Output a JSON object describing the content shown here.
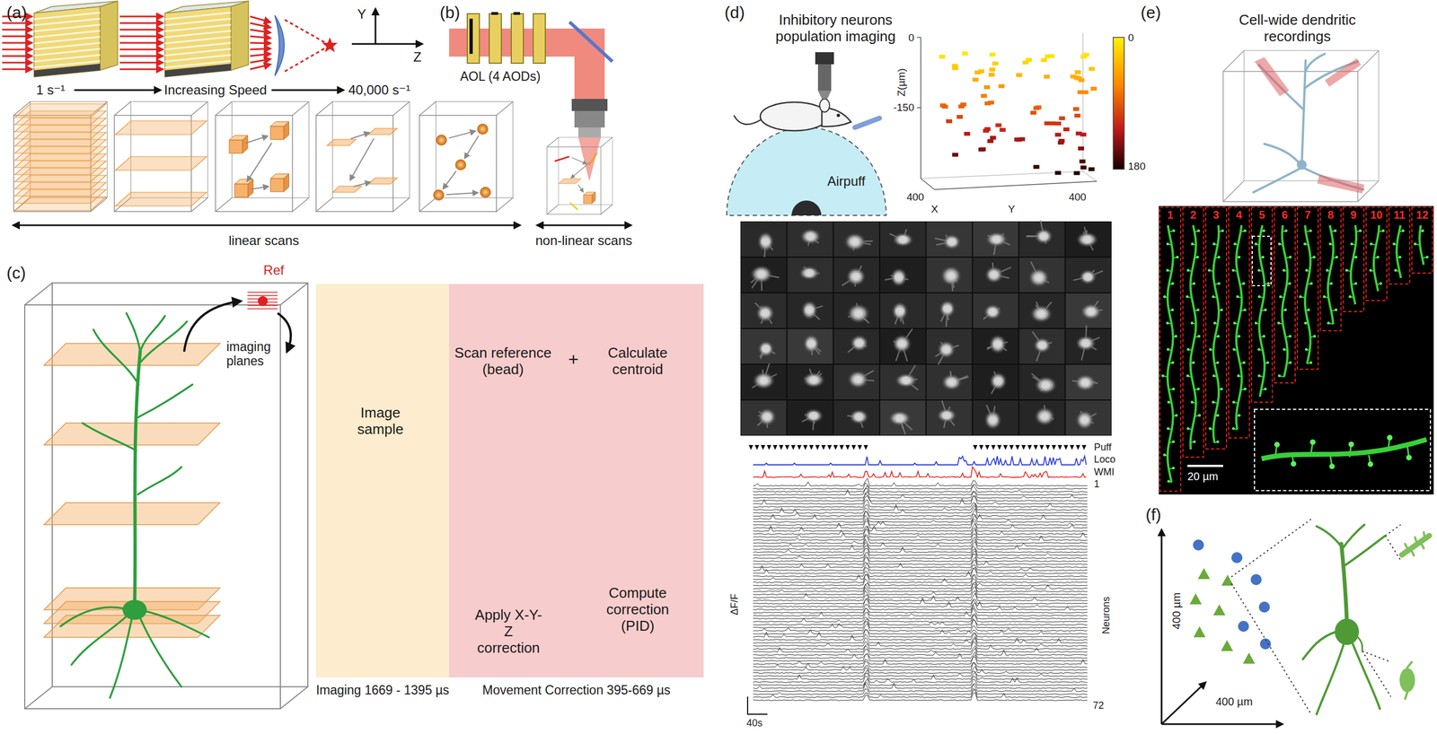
{
  "diagram": {
    "nodes": [
      {
        "text": [
          "Imaging 1669 - 1395 µs"
        ]
      },
      {
        "text": [
          "Image sample"
        ],
        "in": 0
      },
      {
        "text": [
          "Movement Correction 395-669 µs"
        ]
      },
      {
        "text": [
          "Scan reference (bead)"
        ],
        "in": 2
      },
      {
        "text": [
          "Calculate centroid"
        ],
        "in": 2
      },
      {
        "text": [
          "Compute correction (PID)"
        ],
        "in": 2
      },
      {
        "text": [
          "Apply X-Y-Z correction"
        ],
        "in": 2
      }
    ],
    "edges": [
      {
        "from": 1,
        "to": 3,
        "arrow": "to"
      },
      {
        "from": 4,
        "to": 5,
        "arrow": "to"
      },
      {
        "from": 5,
        "to": 6,
        "arrow": "to"
      },
      {
        "from": 6,
        "to": 1,
        "arrow": "to"
      }
    ],
    "labels": [
      "(a)",
      "(b)",
      "(c)",
      "(d)",
      "(e)",
      "(f)",
      "Y",
      "Z",
      "1 s⁻¹",
      "Increasing Speed",
      "40,000 s⁻¹",
      "linear scans",
      "non-linear scans",
      "AOL (4 AODs)",
      "Ref",
      "imaging planes",
      "+",
      "Inhibitory neurons population imaging",
      "Airpuff",
      "Z(µm)",
      "0",
      "-150",
      "X",
      "400",
      "Y",
      "400",
      "0",
      "180",
      "Puff",
      "Loco",
      "WMI",
      "1",
      "Neurons",
      "72",
      "ΔF/F",
      "40s",
      "Cell-wide dendritic recordings",
      "1",
      "2",
      "3",
      "4",
      "5",
      "6",
      "7",
      "8",
      "9",
      "10",
      "11",
      "12",
      "20 µm",
      "400 µm",
      "400 µm"
    ]
  }
}
